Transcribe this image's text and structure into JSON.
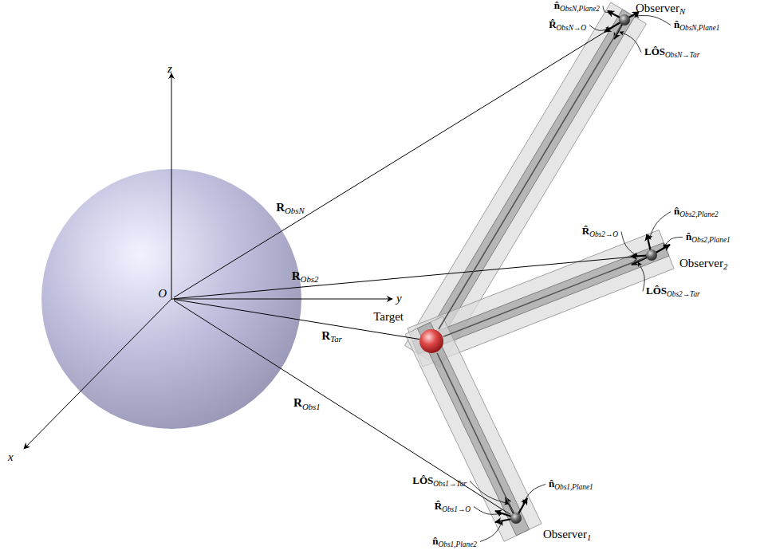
{
  "diagram": {
    "nodes": [
      {
        "text": [
          "O"
        ]
      },
      {
        "text": [
          "ObserverN"
        ]
      },
      {
        "text": [
          "Observer2"
        ]
      },
      {
        "text": [
          "Target"
        ]
      },
      {
        "text": [
          "Observer1"
        ]
      }
    ],
    "edges": [
      {
        "from": 0,
        "to": 1,
        "arrow": "none",
        "label": "RObsN"
      },
      {
        "from": 0,
        "to": 2,
        "arrow": "none",
        "label": "RObs2"
      },
      {
        "from": 0,
        "to": 3,
        "arrow": "none",
        "label": "RTar"
      },
      {
        "from": 0,
        "to": 4,
        "arrow": "none",
        "label": "RObs1"
      },
      {
        "from": 1,
        "to": 3,
        "arrow": "none"
      },
      {
        "from": 2,
        "to": 3,
        "arrow": "none"
      },
      {
        "from": 4,
        "to": 3,
        "arrow": "none"
      }
    ],
    "labels": [
      "z",
      "y",
      "x",
      "n̂ObsN,Plane2",
      "n̂ObsN,Plane1",
      "R̂ObsN→O",
      "LÔSObsN→Tar",
      "n̂Obs2,Plane2",
      "R̂Obs2→O",
      "n̂Obs2,Plane1",
      "LÔSObs2→Tar",
      "LÔSObs1→Tar",
      "n̂Obs1,Plane1",
      "R̂Obs1→O",
      "n̂Obs1,Plane2"
    ]
  }
}
